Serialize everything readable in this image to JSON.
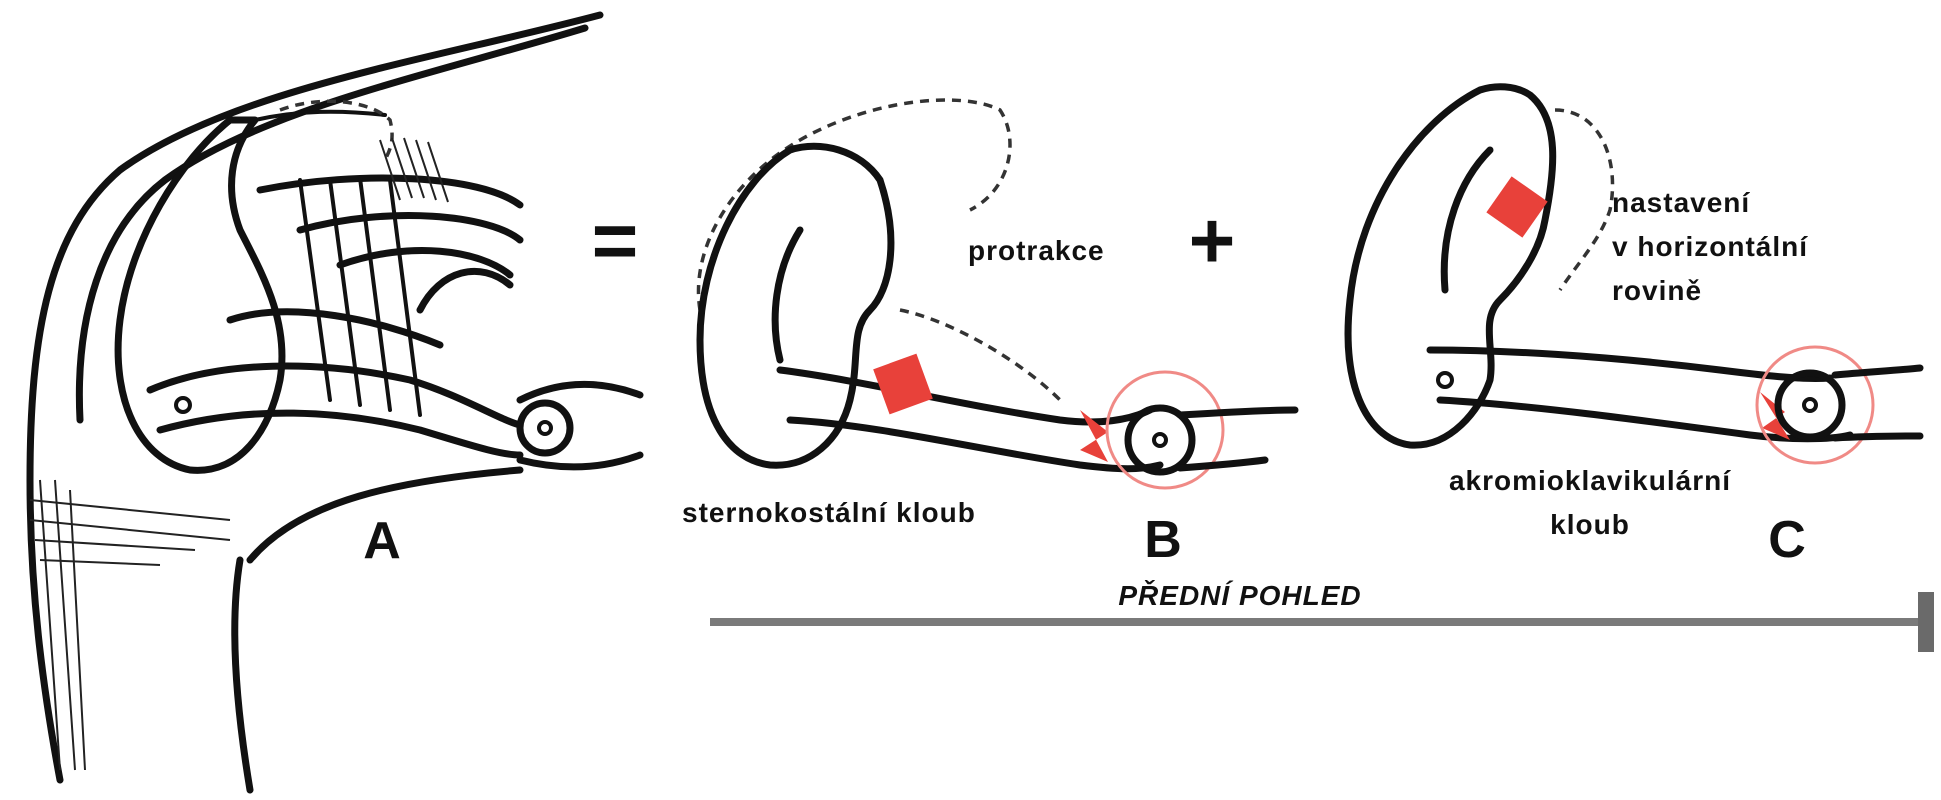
{
  "labels": {
    "panel_a": "A",
    "panel_b": "B",
    "panel_c": "C",
    "equals": "=",
    "plus": "+",
    "protraction": "protrakce",
    "sternocostal_joint": "sternokostální kloub",
    "adjust_line1": "nastavení",
    "adjust_line2": "v horizontální",
    "adjust_line3": "rovině",
    "acromio_line1": "akromioklavikulární",
    "acromio_line2": "kloub",
    "view_label": "PŘEDNÍ POHLED"
  },
  "colors": {
    "ink": "#111111",
    "accent": "#e8413a",
    "ring": "#f08a86",
    "axis": "#7a7a7a"
  }
}
